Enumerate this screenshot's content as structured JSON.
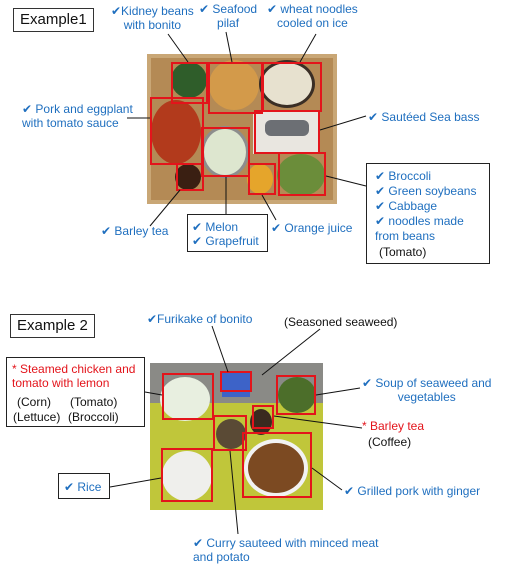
{
  "example1": {
    "title": "Example1",
    "labels": {
      "kidney_beans": "✔Kidney beans\nwith bonito",
      "seafood_pilaf": "✔ Seafood\npilaf",
      "wheat_noodles": "✔ wheat noodles\ncooled on ice",
      "pork_eggplant": "✔ Pork and eggplant\nwith tomato sauce",
      "sea_bass": "✔ Sautéed Sea bass",
      "barley_tea": "✔ Barley tea",
      "melon_grapefruit": "✔ Melon\n✔ Grapefruit",
      "orange_juice": "✔ Orange juice",
      "veg_list": "✔ Broccoli\n✔ Green soybeans\n✔ Cabbage\n✔ noodles made\nfrom beans",
      "veg_tomato": "(Tomato)"
    }
  },
  "example2": {
    "title": "Example 2",
    "labels": {
      "furikake": "✔Furikake of bonito",
      "seasoned_seaweed": "(Seasoned seaweed)",
      "steamed_chicken": "* Steamed chicken and\ntomato with lemon",
      "corn": "(Corn)",
      "tomato": "(Tomato)",
      "lettuce": "(Lettuce)",
      "broccoli": "(Broccoli)",
      "soup": "✔ Soup of seaweed and\nvegetables",
      "barley_tea": "* Barley tea",
      "coffee": "(Coffee)",
      "rice": "✔ Rice",
      "grilled_pork": "✔ Grilled pork with ginger",
      "curry": "✔ Curry sauteed with minced meat\nand potato"
    }
  },
  "colors": {
    "blue_text": "#1f6fbf",
    "red_text": "#e3141b",
    "red_box": "#e3141b"
  }
}
